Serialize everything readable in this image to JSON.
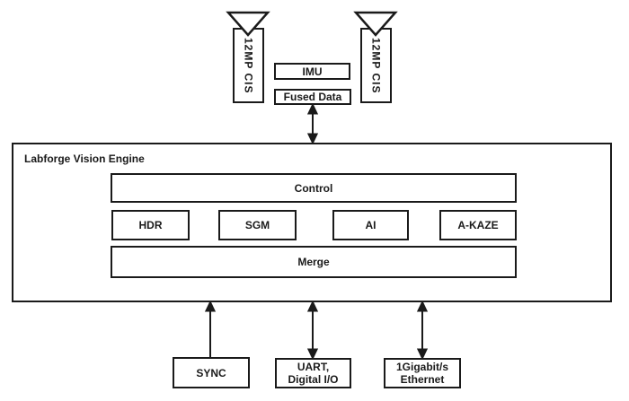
{
  "diagram": {
    "cameras": [
      {
        "label": "12MP CIS"
      },
      {
        "label": "12MP CIS"
      }
    ],
    "imu": {
      "label": "IMU"
    },
    "fused_data": {
      "label": "Fused Data"
    },
    "engine": {
      "title": "Labforge Vision Engine",
      "control": {
        "label": "Control"
      },
      "modules": [
        {
          "label": "HDR"
        },
        {
          "label": "SGM"
        },
        {
          "label": "AI"
        },
        {
          "label": "A-KAZE"
        }
      ],
      "merge": {
        "label": "Merge"
      }
    },
    "io_blocks": [
      {
        "name": "sync",
        "lines": [
          "SYNC"
        ]
      },
      {
        "name": "uart-digital-io",
        "lines": [
          "UART,",
          "Digital I/O"
        ]
      },
      {
        "name": "gigabit-ethernet",
        "lines": [
          "1Gigabit/s",
          "Ethernet"
        ]
      }
    ],
    "colors": {
      "stroke": "#1a1a1a",
      "background": "#ffffff"
    }
  }
}
